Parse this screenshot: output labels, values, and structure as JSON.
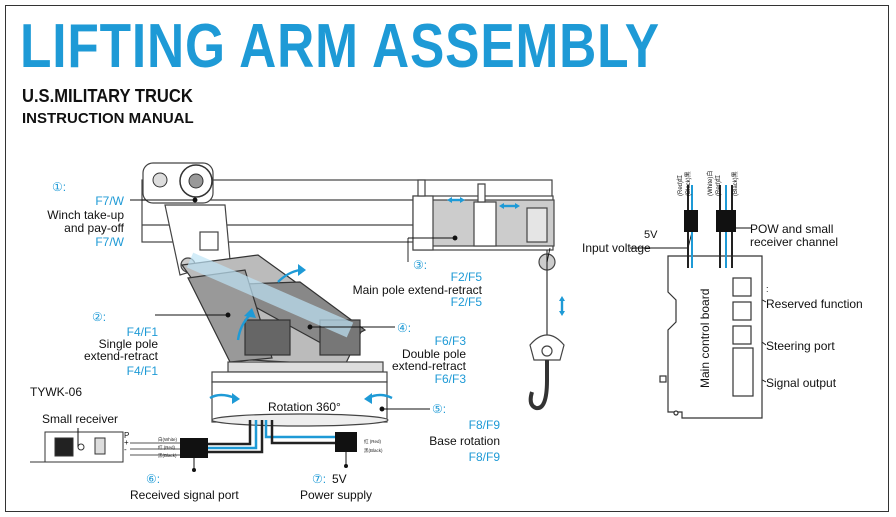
{
  "title": "LIFTING ARM ASSEMBLY",
  "subtitle": "U.S.MILITARY TRUCK",
  "manual": "INSTRUCTION MANUAL",
  "model": "TYWK-06",
  "rotation_label": "Rotation 360°",
  "callouts": {
    "c1": {
      "num": "①:",
      "code": "F7/W",
      "label1": "Winch take-up",
      "label2": "and pay-off",
      "code2": "F7/W"
    },
    "c2": {
      "num": "②:",
      "code": "F4/F1",
      "label1": "Single pole",
      "label2": "extend-retract",
      "code2": "F4/F1"
    },
    "c3": {
      "num": "③:",
      "code": "F2/F5",
      "label1": "Main pole extend-retract",
      "code2": "F2/F5"
    },
    "c4": {
      "num": "④:",
      "code": "F6/F3",
      "label1": "Double pole",
      "label2": "extend-retract",
      "code2": "F6/F3"
    },
    "c5": {
      "num": "⑤:",
      "code": "F8/F9",
      "label1": "Base rotation",
      "code2": "F8/F9"
    },
    "c6": {
      "num": "⑥:",
      "label1": "Received signal port"
    },
    "c7": {
      "num": "⑦:",
      "volt": "5V",
      "label1": "Power supply"
    }
  },
  "small_receiver": "Small receiver",
  "receiver_pins": [
    "P",
    "+",
    "-"
  ],
  "wire_labels_left": [
    "白(White)",
    "红 (Red)",
    "黑(Black)"
  ],
  "wire_labels_right": [
    "红 (Red)",
    "黑(Black)"
  ],
  "board": {
    "voltage": "5V",
    "input_label": "Input voltage",
    "pow_label1": "POW and small",
    "pow_label2": "receiver channel",
    "main_label": "Main control board",
    "reserved": "Reserved function",
    "steering": "Steering port",
    "signal": "Signal output",
    "mark": ":",
    "wire_left": [
      "(Red)红",
      "(Black)黑"
    ],
    "wire_right": [
      "(White)白",
      "(Red)红",
      "(Black)黑"
    ]
  }
}
